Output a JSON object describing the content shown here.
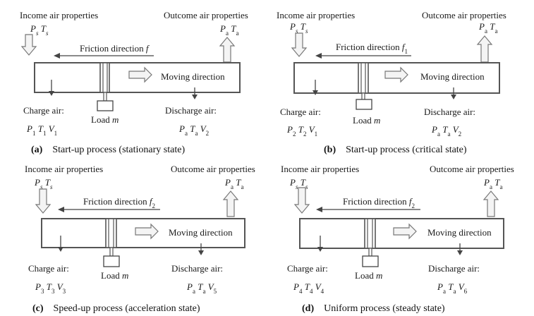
{
  "panels": [
    {
      "id": "a",
      "income_label": "Income air properties",
      "income_vars": {
        "p": "P",
        "p_sub": "s",
        "t": "T",
        "t_sub": "s"
      },
      "outcome_label": "Outcome air properties",
      "outcome_vars": {
        "p": "P",
        "p_sub": "a",
        "t": "T",
        "t_sub": "a"
      },
      "friction_text": "Friction direction ",
      "friction_symbol": "f",
      "friction_sub": "",
      "moving_label": "Moving direction",
      "charge_label": "Charge air:",
      "charge_vars": {
        "p": "P",
        "p_sub": "1",
        "t": "T",
        "t_sub": "1",
        "v": "V",
        "v_sub": "1"
      },
      "discharge_label": "Discharge air:",
      "discharge_vars": {
        "p": "P",
        "p_sub": "a",
        "t": "T",
        "t_sub": "a",
        "v": "V",
        "v_sub": "2"
      },
      "load_text": "Load ",
      "load_symbol": "m",
      "caption_letter": "(a)",
      "caption_text": "Start-up process (stationary state)"
    },
    {
      "id": "b",
      "income_label": "Income air properties",
      "income_vars": {
        "p": "P",
        "p_sub": "s",
        "t": "T",
        "t_sub": "s"
      },
      "outcome_label": "Outcome air properties",
      "outcome_vars": {
        "p": "P",
        "p_sub": "a",
        "t": "T",
        "t_sub": "a"
      },
      "friction_text": "Friction direction ",
      "friction_symbol": "f",
      "friction_sub": "1",
      "moving_label": "Moving direction",
      "charge_label": "Charge air:",
      "charge_vars": {
        "p": "P",
        "p_sub": "2",
        "t": "T",
        "t_sub": "2",
        "v": "V",
        "v_sub": "1"
      },
      "discharge_label": "Discharge air:",
      "discharge_vars": {
        "p": "P",
        "p_sub": "a",
        "t": "T",
        "t_sub": "a",
        "v": "V",
        "v_sub": "2"
      },
      "load_text": "Load ",
      "load_symbol": "m",
      "caption_letter": "(b)",
      "caption_text": "Start-up process (critical state)"
    },
    {
      "id": "c",
      "income_label": "Income air properties",
      "income_vars": {
        "p": "P",
        "p_sub": "s",
        "t": "T",
        "t_sub": "s"
      },
      "outcome_label": "Outcome air properties",
      "outcome_vars": {
        "p": "P",
        "p_sub": "a",
        "t": "T",
        "t_sub": "a"
      },
      "friction_text": "Friction direction ",
      "friction_symbol": "f",
      "friction_sub": "2",
      "moving_label": "Moving direction",
      "charge_label": "Charge air:",
      "charge_vars": {
        "p": "P",
        "p_sub": "3",
        "t": "T",
        "t_sub": "3",
        "v": "V",
        "v_sub": "3"
      },
      "discharge_label": "Discharge air:",
      "discharge_vars": {
        "p": "P",
        "p_sub": "a",
        "t": "T",
        "t_sub": "a",
        "v": "V",
        "v_sub": "5"
      },
      "load_text": "Load ",
      "load_symbol": "m",
      "caption_letter": "(c)",
      "caption_text": "Speed-up process (acceleration state)"
    },
    {
      "id": "d",
      "income_label": "Income air properties",
      "income_vars": {
        "p": "P",
        "p_sub": "s",
        "t": "T",
        "t_sub": "s"
      },
      "outcome_label": "Outcome air properties",
      "outcome_vars": {
        "p": "P",
        "p_sub": "a",
        "t": "T",
        "t_sub": "a"
      },
      "friction_text": "Friction direction ",
      "friction_symbol": "f",
      "friction_sub": "2",
      "moving_label": "Moving direction",
      "charge_label": "Charge air:",
      "charge_vars": {
        "p": "P",
        "p_sub": "4",
        "t": "T",
        "t_sub": "4",
        "v": "V",
        "v_sub": "4"
      },
      "discharge_label": "Discharge air:",
      "discharge_vars": {
        "p": "P",
        "p_sub": "a",
        "t": "T",
        "t_sub": "a",
        "v": "V",
        "v_sub": "6"
      },
      "load_text": "Load ",
      "load_symbol": "m",
      "caption_letter": "(d)",
      "caption_text": "Uniform process (steady state)"
    }
  ]
}
